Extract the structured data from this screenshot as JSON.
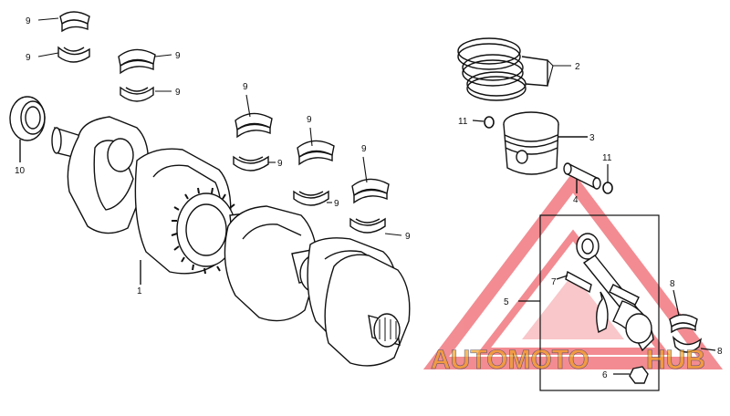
{
  "diagram": {
    "callouts": {
      "crankshaft": "1",
      "piston_rings": "2",
      "piston": "3",
      "piston_pin": "4",
      "connecting_rod": "5",
      "rod_nut": "6",
      "rod_bolt": "7",
      "rod_bearing_a": "8",
      "rod_bearing_b": "8",
      "main_bearing_1": "9",
      "main_bearing_2": "9",
      "main_bearing_3": "9",
      "main_bearing_4": "9",
      "main_bearing_5": "9",
      "main_bearing_6": "9",
      "main_bearing_7": "9",
      "main_bearing_8": "9",
      "main_bearing_9": "9",
      "main_bearing_10": "9",
      "oil_seal": "10",
      "pin_clip_left": "11",
      "pin_clip_right": "11"
    },
    "watermark": {
      "text_left": "AUTOMOTO",
      "text_right": "HUB",
      "color_primary": "#e8303a",
      "color_secondary": "#f3a020",
      "color_dark": "#2a3a6a"
    },
    "line_color": "#111111"
  }
}
